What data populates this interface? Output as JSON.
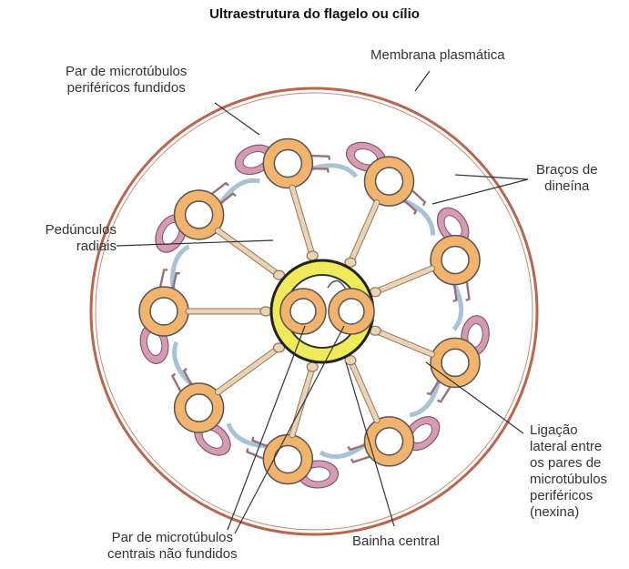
{
  "title": "Ultraestrutura do flagelo ou cílio",
  "labels": {
    "membrana": "Membrana plasmática",
    "par_perifericos_1": "Par de microtúbulos",
    "par_perifericos_2": "periféricos fundidos",
    "bracos_1": "Braços de",
    "bracos_2": "dineína",
    "pedunculos_1": "Pedúnculos",
    "pedunculos_2": "radiais",
    "ligacao_1": "Ligação",
    "ligacao_2": "lateral entre",
    "ligacao_3": "os pares de",
    "ligacao_4": "microtúbulos",
    "ligacao_5": "periféricos",
    "ligacao_6": "(nexina)",
    "par_centrais_1": "Par de microtúbulos",
    "par_centrais_2": "centrais não fundidos",
    "bainha": "Bainha central"
  },
  "colors": {
    "membrane": "#b9664f",
    "peripheral_tubule": "#f2b36c",
    "peripheral_inner": "#ffffff",
    "partner_tubule": "#d69ab3",
    "dynein_arm": "#9a7080",
    "nexin": "#a8c2d6",
    "spoke": "#ecd2b0",
    "central_sheath": "#efea5a",
    "central_tubule": "#f2b36c"
  }
}
